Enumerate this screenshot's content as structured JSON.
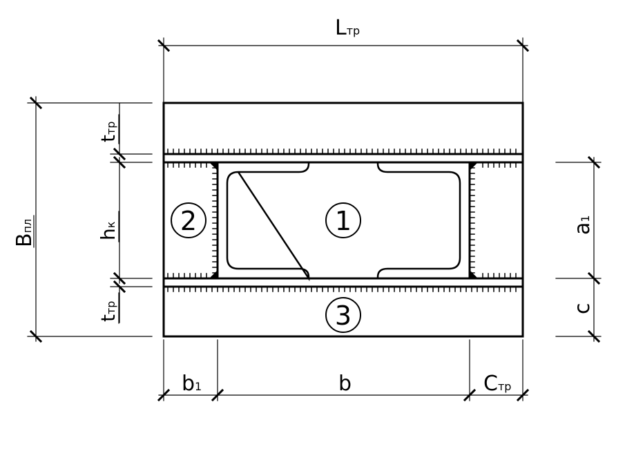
{
  "labels": {
    "overall_length": {
      "main": "L",
      "sub": "тр"
    },
    "plate_width": {
      "main": "B",
      "sub": "пл"
    },
    "flange_thickness_top": {
      "main": "t",
      "sub": "тр"
    },
    "flange_thickness_bottom": {
      "main": "t",
      "sub": "тр"
    },
    "column_height": {
      "main": "h",
      "sub": "к"
    },
    "dim_a1": {
      "main": "a",
      "sub": "1"
    },
    "dim_c": {
      "main": "c",
      "sub": ""
    },
    "dim_b1": {
      "main": "b",
      "sub": "1"
    },
    "dim_b": {
      "main": "b",
      "sub": ""
    },
    "dim_c_tr": {
      "main": "C",
      "sub": "тр"
    }
  },
  "callouts": [
    "1",
    "2",
    "3"
  ]
}
